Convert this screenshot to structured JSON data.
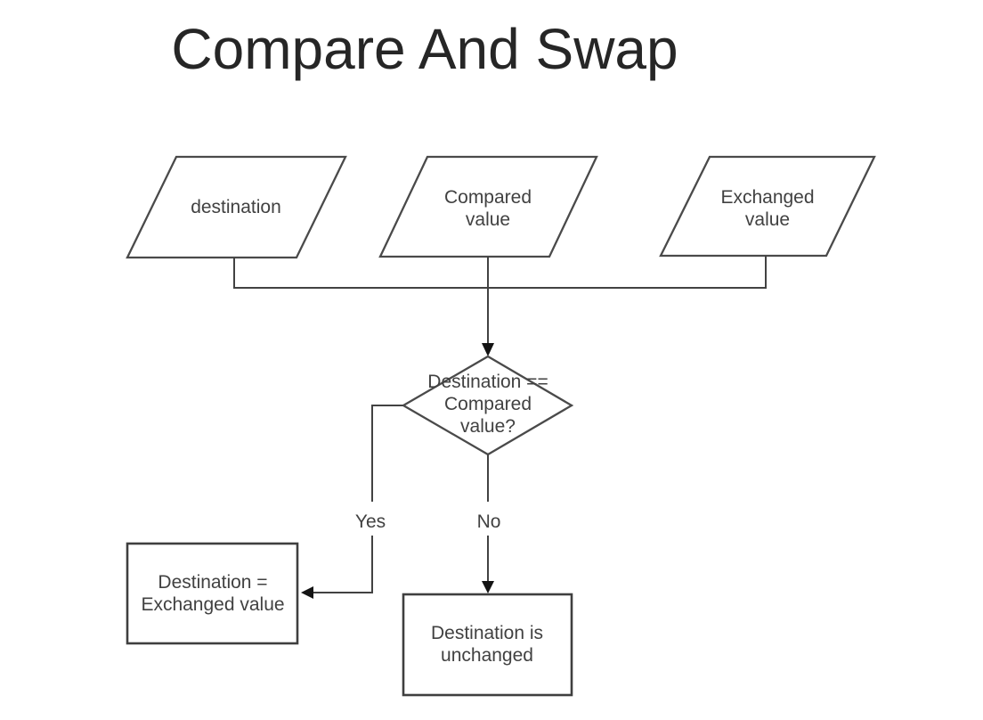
{
  "diagram": {
    "title": "Compare And Swap",
    "colors": {
      "background": "#ffffff",
      "line": "#424242",
      "shape_stroke": "#4a4a4a",
      "text": "#414141",
      "title_text": "#262626",
      "arrowhead": "#141414"
    },
    "inputs": [
      {
        "shape": "parallelogram",
        "lines": [
          "destination"
        ]
      },
      {
        "shape": "parallelogram",
        "lines": [
          "Compared",
          "value"
        ]
      },
      {
        "shape": "parallelogram",
        "lines": [
          "Exchanged",
          "value"
        ]
      }
    ],
    "decision": {
      "shape": "diamond",
      "lines": [
        "Destination ==",
        "Compared",
        "value?"
      ]
    },
    "branch_labels": {
      "yes": "Yes",
      "no": "No"
    },
    "outcomes": {
      "swap": {
        "shape": "rectangle",
        "lines": [
          "Destination =",
          "Exchanged value"
        ]
      },
      "unchanged": {
        "shape": "rectangle",
        "lines": [
          "Destination is",
          "unchanged"
        ]
      }
    }
  }
}
